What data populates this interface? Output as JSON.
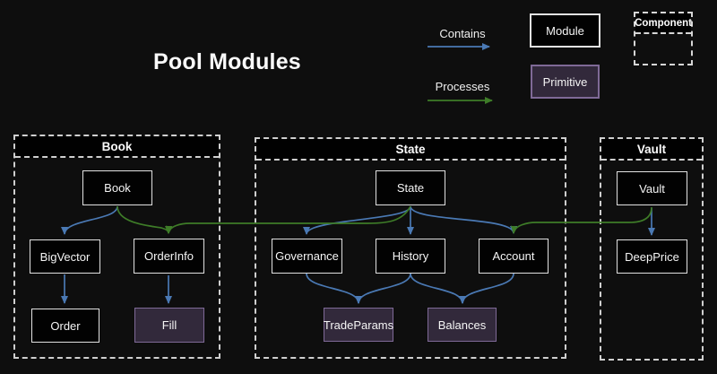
{
  "title": "Pool Modules",
  "legend": {
    "contains": "Contains",
    "processes": "Processes",
    "module": "Module",
    "primitive": "Primitive",
    "component": "Component",
    "contains_color": "#4a79b4",
    "processes_color": "#3e7c28"
  },
  "colors": {
    "background": "#0e0e0e",
    "node_fill": "#020202",
    "node_border": "#e2e2e2",
    "primitive_fill": "#32293b",
    "primitive_border": "#7f6a97",
    "cluster_dash": "#cfcfcf",
    "text": "#f2f2f2"
  },
  "clusters": {
    "book": {
      "label": "Book"
    },
    "state": {
      "label": "State"
    },
    "vault": {
      "label": "Vault"
    }
  },
  "nodes": {
    "book": {
      "label": "Book",
      "kind": "module"
    },
    "bigvector": {
      "label": "BigVector",
      "kind": "module"
    },
    "orderinfo": {
      "label": "OrderInfo",
      "kind": "module"
    },
    "order": {
      "label": "Order",
      "kind": "module"
    },
    "fill": {
      "label": "Fill",
      "kind": "primitive"
    },
    "state": {
      "label": "State",
      "kind": "module"
    },
    "governance": {
      "label": "Governance",
      "kind": "module"
    },
    "history": {
      "label": "History",
      "kind": "module"
    },
    "account": {
      "label": "Account",
      "kind": "module"
    },
    "tradeparams": {
      "label": "TradeParams",
      "kind": "primitive"
    },
    "balances": {
      "label": "Balances",
      "kind": "primitive"
    },
    "vault": {
      "label": "Vault",
      "kind": "module"
    },
    "deepprice": {
      "label": "DeepPrice",
      "kind": "module"
    }
  },
  "edges": {
    "contains": [
      [
        "Book",
        "BigVector"
      ],
      [
        "BigVector",
        "Order"
      ],
      [
        "OrderInfo",
        "Fill"
      ],
      [
        "State",
        "Governance"
      ],
      [
        "State",
        "History"
      ],
      [
        "State",
        "Account"
      ],
      [
        "Governance",
        "TradeParams"
      ],
      [
        "History",
        "TradeParams"
      ],
      [
        "History",
        "Balances"
      ],
      [
        "Account",
        "Balances"
      ],
      [
        "Vault",
        "DeepPrice"
      ]
    ],
    "processes": [
      [
        "Book",
        "OrderInfo"
      ],
      [
        "State",
        "OrderInfo"
      ],
      [
        "Vault",
        "Account"
      ]
    ]
  }
}
